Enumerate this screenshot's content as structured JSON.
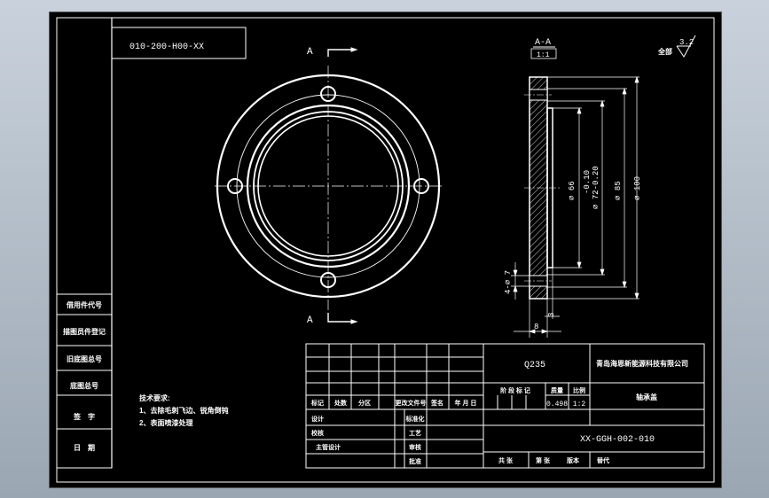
{
  "drawing_number_top": "010-200-H00-XX",
  "section_view": {
    "title": "A-A",
    "scale": "1:1"
  },
  "section_marker_top": "A",
  "section_marker_bottom": "A",
  "surface_finish": {
    "label": "全部",
    "value": "3.2"
  },
  "dimensions": {
    "d66": "⌀ 66",
    "tol_upper": "-0.10",
    "d72": "⌀ 72-0.20",
    "d85": "⌀ 85",
    "d100": "⌀ 100",
    "holes": "4-⌀ 7",
    "thickness": "8",
    "step": "3"
  },
  "left_strip": [
    "借用件代号",
    "描图员件登记",
    "旧底图总号",
    "底图总号",
    "签　字",
    "日　期"
  ],
  "technical_requirements": {
    "title": "技术要求:",
    "lines": [
      "1、去除毛刺飞边、锐角倒钝",
      "2、表面喷漆处理"
    ]
  },
  "title_block": {
    "material": "Q235",
    "company": "青岛海恩新能源科技有限公司",
    "part_name": "轴承盖",
    "drawing_number": "XX-GGH-002-010",
    "mass": "0.498",
    "scale": "1:2",
    "headers": {
      "stage_mark": "阶 段 标 记",
      "mass": "质量",
      "scale": "比例",
      "mark": "标记",
      "count": "处数",
      "zone": "分区",
      "change_doc": "更改文件号",
      "signature": "签名",
      "date": "年 月 日",
      "designer": "设计",
      "checker": "校核",
      "chief_designer": "主管设计",
      "standardization": "标准化",
      "process": "工艺",
      "review": "审核",
      "approve": "批准",
      "total": "共 张",
      "sheet": "第 张",
      "version": "版本",
      "replace": "替代"
    }
  }
}
